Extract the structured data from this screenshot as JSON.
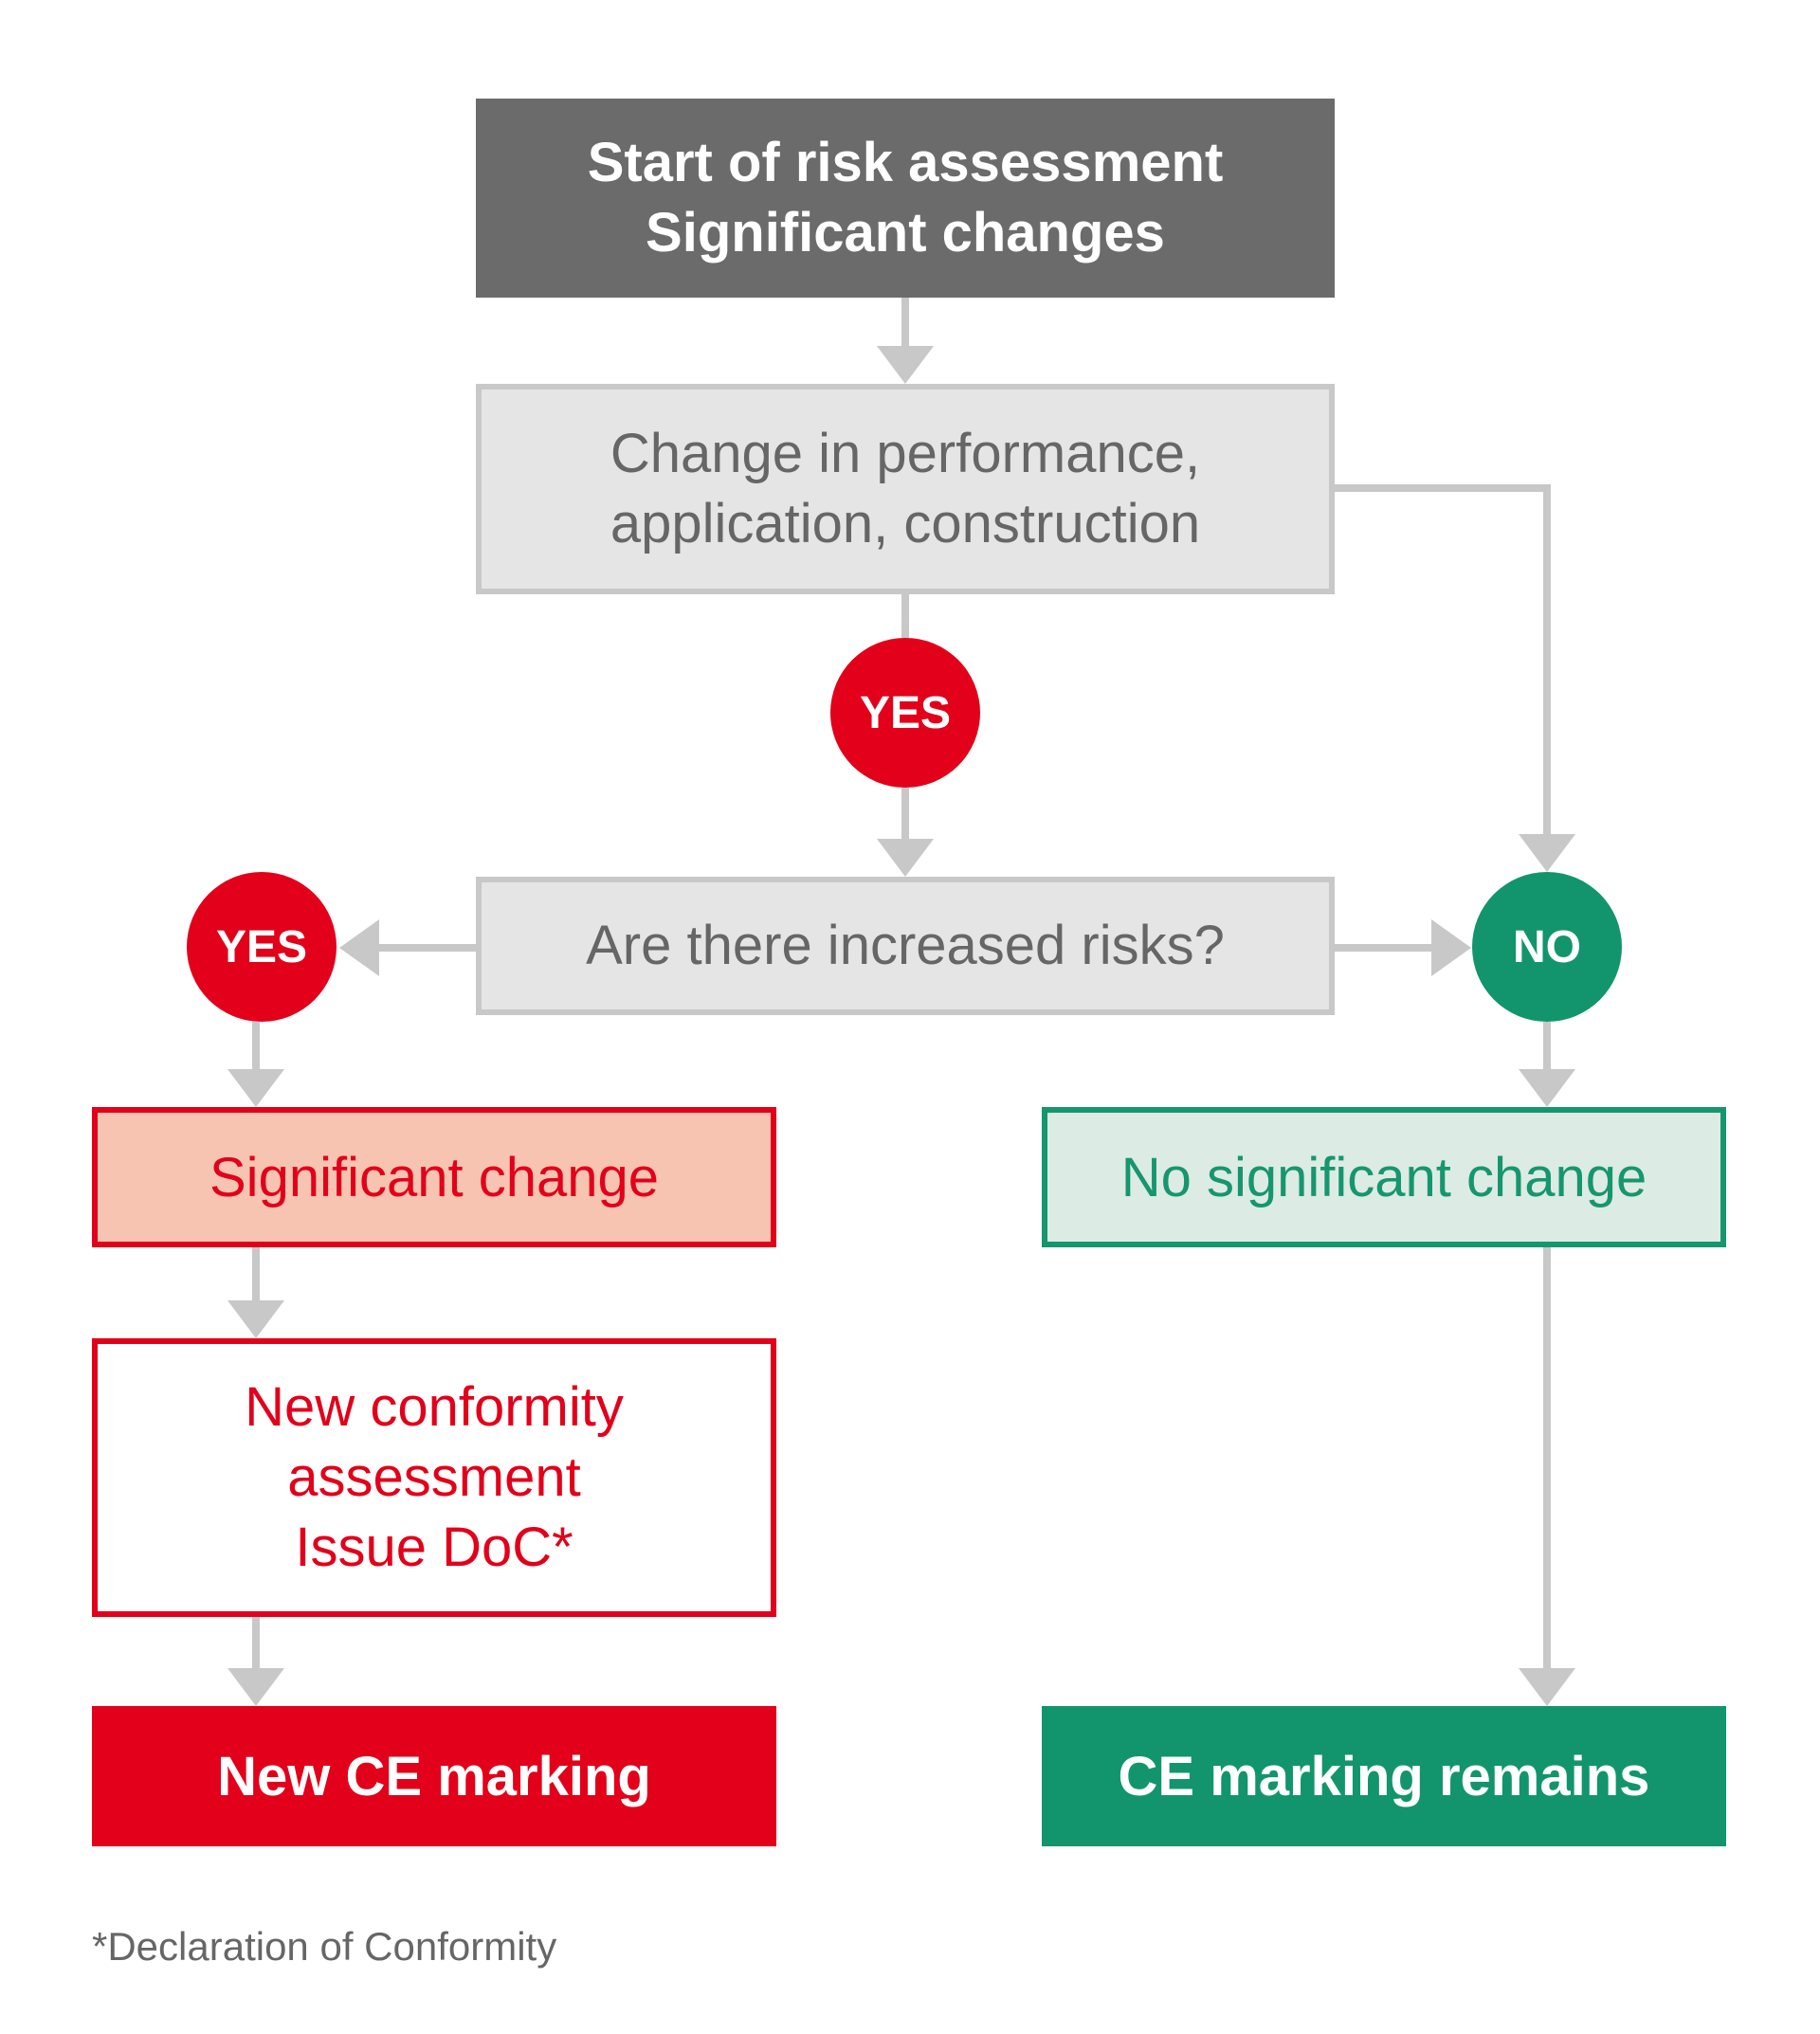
{
  "nodes": {
    "start": [
      "Start of risk assessment",
      "Significant changes"
    ],
    "change_question": [
      "Change in performance,",
      "application, construction"
    ],
    "risk_question": "Are there increased risks?",
    "significant_change": "Significant change",
    "no_significant_change": "No significant change",
    "new_conformity": [
      "New conformity",
      "assessment",
      "Issue DoC*"
    ],
    "new_ce_marking": "New CE marking",
    "ce_marking_remains": "CE marking remains"
  },
  "decisions": {
    "yes_middle": "YES",
    "yes_left": "YES",
    "no_right": "NO"
  },
  "footnote": "*Declaration of Conformity",
  "colors": {
    "red": "#e2001a",
    "green": "#12956c",
    "dark_gray": "#6b6b6b",
    "light_gray": "#e5e5e5",
    "connector": "#c8c8c8"
  }
}
